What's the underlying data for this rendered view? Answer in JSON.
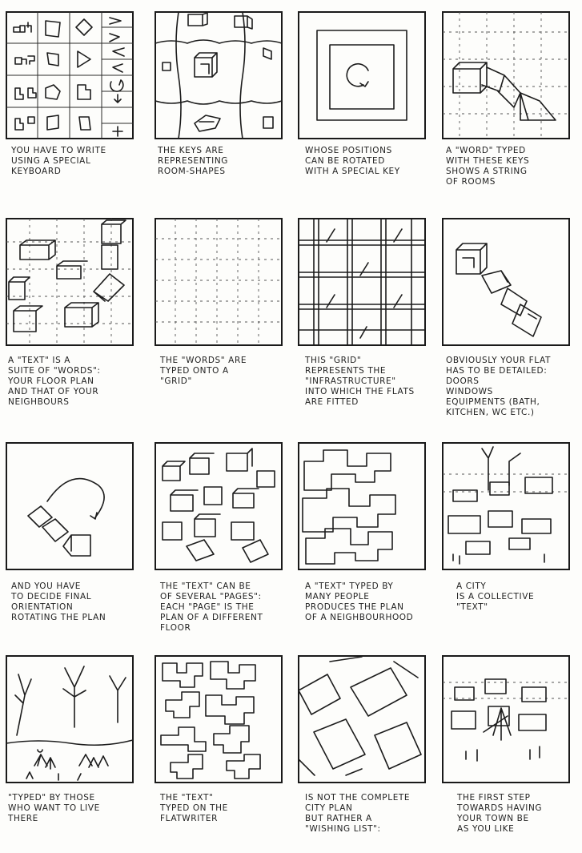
{
  "panels": [
    {
      "id": 1,
      "caption": "YOU HAVE TO WRITE\nUSING A SPECIAL\nKEYBOARD"
    },
    {
      "id": 2,
      "caption": "THE KEYS ARE\nREPRESENTING\nROOM-SHAPES"
    },
    {
      "id": 3,
      "caption": "WHOSE POSITIONS\nCAN BE ROTATED\nWITH A SPECIAL KEY"
    },
    {
      "id": 4,
      "caption": "A \"WORD\" TYPED\nWITH THESE KEYS\nSHOWS A STRING\nOF ROOMS"
    },
    {
      "id": 5,
      "caption": "A \"TEXT\" IS A\nSUITE OF \"WORDS\":\nYOUR FLOOR PLAN\nAND THAT OF YOUR\nNEIGHBOURS"
    },
    {
      "id": 6,
      "caption": "THE \"WORDS\" ARE\nTYPED ONTO A\n\"GRID\""
    },
    {
      "id": 7,
      "caption": "THIS \"GRID\"\nREPRESENTS THE\n\"INFRASTRUCTURE\"\nINTO WHICH THE FLATS\nARE FITTED"
    },
    {
      "id": 8,
      "caption": "OBVIOUSLY YOUR FLAT\nHAS TO BE DETAILED:\nDOORS\nWINDOWS\nEQUIPMENTS (BATH,\nKITCHEN, WC ETC.)"
    },
    {
      "id": 9,
      "caption": "AND YOU HAVE\nTO DECIDE FINAL\nORIENTATION\nROTATING THE PLAN"
    },
    {
      "id": 10,
      "caption": "THE \"TEXT\" CAN BE\nOF SEVERAL \"PAGES\":\nEACH \"PAGE\" IS THE\nPLAN OF A DIFFERENT\nFLOOR"
    },
    {
      "id": 11,
      "caption": "A \"TEXT\" TYPED BY\nMANY PEOPLE\nPRODUCES THE PLAN\nOF A NEIGHBOURHOOD"
    },
    {
      "id": 12,
      "caption": "A CITY\nIS A COLLECTIVE\n\"TEXT\""
    },
    {
      "id": 13,
      "caption": "\"TYPED\" BY THOSE\nWHO WANT TO LIVE\nTHERE"
    },
    {
      "id": 14,
      "caption": "THE \"TEXT\"\nTYPED ON THE\nFLATWRITER"
    },
    {
      "id": 15,
      "caption": "IS NOT THE COMPLETE\nCITY PLAN\nBUT RATHER A\n\"WISHING LIST\":"
    },
    {
      "id": 16,
      "caption": "THE FIRST STEP\nTOWARDS HAVING\nYOUR TOWN BE\nAS YOU LIKE"
    }
  ]
}
